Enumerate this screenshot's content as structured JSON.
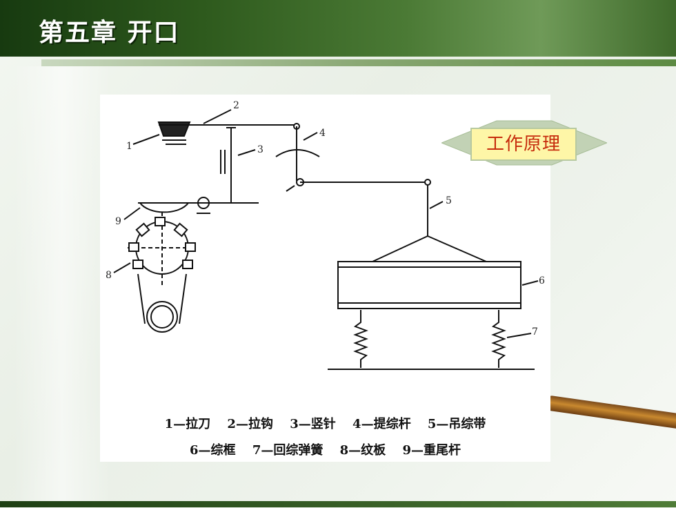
{
  "header": {
    "title": "第五章  开口"
  },
  "badge": {
    "label": "工作原理"
  },
  "diagram": {
    "part_numbers": [
      "1",
      "2",
      "3",
      "4",
      "5",
      "6",
      "7",
      "8",
      "9"
    ]
  },
  "legend": {
    "row1": [
      "1—拉刀",
      "2—拉钩",
      "3—竖针",
      "4—提综杆",
      "5—吊综带"
    ],
    "row2": [
      "6—综框",
      "7—回综弹簧",
      "8—纹板",
      "9—重尾杆"
    ]
  }
}
